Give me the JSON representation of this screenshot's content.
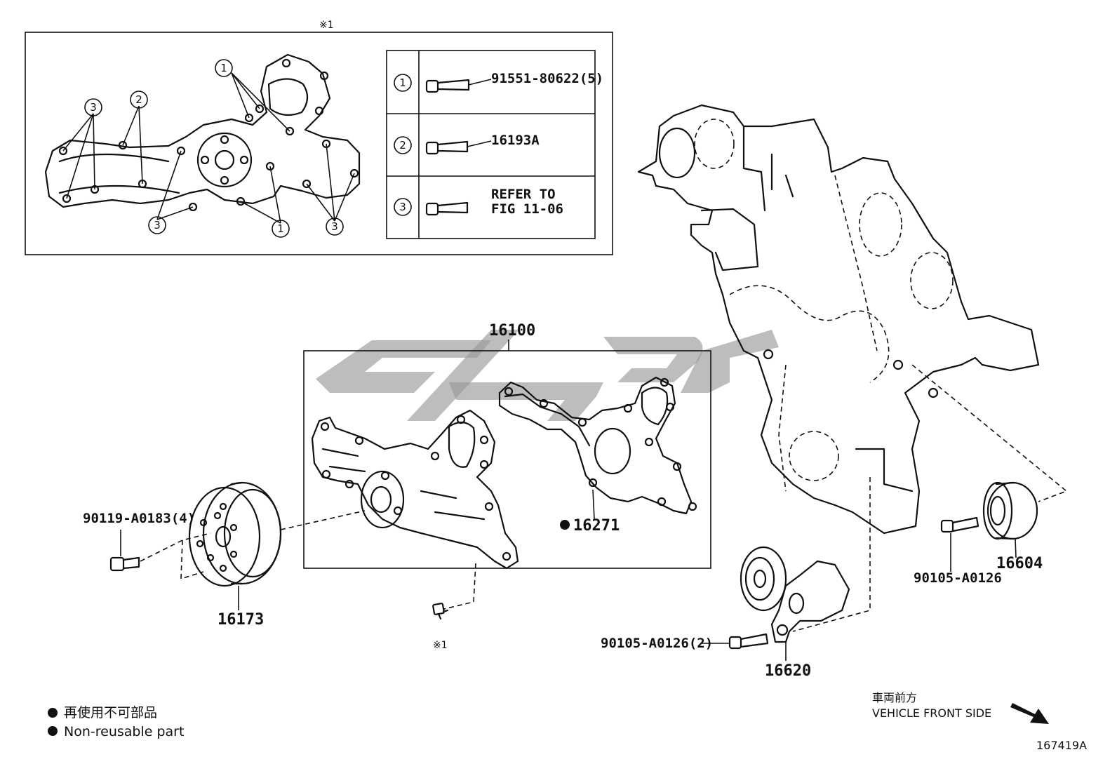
{
  "detail_marker": "※1",
  "callout_table": {
    "rows": [
      {
        "key": "1",
        "part": "91551-80622(5)"
      },
      {
        "key": "2",
        "part": "16193A"
      },
      {
        "key": "3",
        "line1": "REFER TO",
        "line2": "FIG 11-06"
      }
    ]
  },
  "callout_numbers": {
    "one": "1",
    "two": "2",
    "three": "3"
  },
  "parts": {
    "water_pump_assy": "16100",
    "gasket": "16271",
    "pulley": "16173",
    "pulley_bolt": "90119-A0183(4)",
    "idler_pulley": "16604",
    "idler_bolt": "90105-A0126",
    "tensioner": "16620",
    "tensioner_bolt": "90105-A0126(2)",
    "pump_bolt_marker": "※1"
  },
  "legend": {
    "japanese": "再使用不可部品",
    "english": "Non-reusable part"
  },
  "direction": {
    "japanese": "車両前方",
    "english": "VEHICLE FRONT SIDE"
  },
  "figure_id": "167419A",
  "colors": {
    "line": "#111111",
    "watermark": "#9a9a9a"
  }
}
